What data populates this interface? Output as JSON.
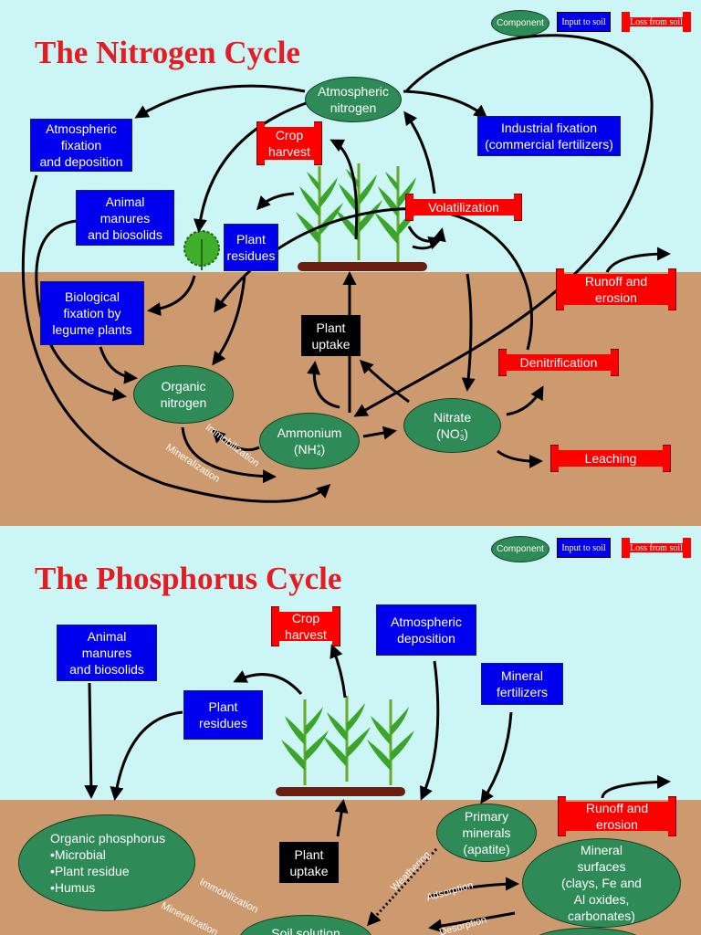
{
  "legend": {
    "component": "Component",
    "input": "Input to soil",
    "loss": "Loss from soil"
  },
  "nitrogen": {
    "title": "The Nitrogen Cycle",
    "atmospheric_nitrogen": "Atmospheric\nnitrogen",
    "atmospheric_fixation": "Atmospheric\nfixation\nand deposition",
    "crop_harvest": "Crop\nharvest",
    "industrial_fixation": "Industrial fixation\n(commercial fertilizers)",
    "animal_manures": "Animal\nmanures\nand biosolids",
    "plant_residues": "Plant\nresidues",
    "volatilization": "Volatilization",
    "biological_fixation": "Biological\nfixation by\nlegume plants",
    "runoff": "Runoff and\nerosion",
    "plant_uptake": "Plant\nuptake",
    "denitrification": "Denitrification",
    "organic_nitrogen": "Organic\nnitrogen",
    "ammonium_name": "Ammonium",
    "ammonium_formula_open": "(NH",
    "ammonium_sup": "+",
    "ammonium_sub": "4",
    "formula_close": ")",
    "nitrate_name": "Nitrate",
    "nitrate_formula_open": "(NO",
    "nitrate_sup": "-",
    "nitrate_sub": "3",
    "leaching": "Leaching",
    "immobilization": "Immobilization",
    "mineralization": "Mineralization"
  },
  "phosphorus": {
    "title": "The Phosphorus Cycle",
    "crop_harvest": "Crop\nharvest",
    "atmospheric_deposition": "Atmospheric\ndeposition",
    "animal_manures": "Animal\nmanures\nand biosolids",
    "mineral_fertilizers": "Mineral\nfertilizers",
    "plant_residues": "Plant\nresidues",
    "organic_phosphorus": "Organic phosphorus\n•Microbial\n•Plant residue\n•Humus",
    "primary_minerals": "Primary\nminerals\n(apatite)",
    "runoff": "Runoff and\nerosion",
    "plant_uptake": "Plant\nuptake",
    "mineral_surfaces": "Mineral\nsurfaces\n(clays, Fe and\nAl oxides,\ncarbonates)",
    "soil_solution": "Soil solution",
    "immobilization": "Immobilization",
    "mineralization": "Mineralization",
    "weathering": "Weathering",
    "adsorption": "Adsorption",
    "desorption": "Desorption"
  },
  "colors": {
    "sky": "#ccf5f5",
    "soil": "#cc9a6e",
    "component": "#2e8b57",
    "input": "#0000ee",
    "loss": "#ff0000",
    "title": "#e61c24"
  }
}
